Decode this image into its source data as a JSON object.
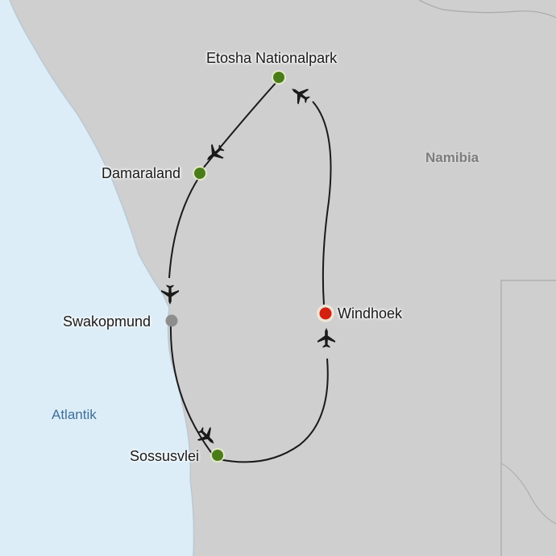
{
  "map": {
    "country_label": "Namibia",
    "ocean_label": "Atlantik",
    "colors": {
      "land": "#cfcfcf",
      "ocean": "#dcedf8",
      "border": "#a9a9a9",
      "route": "#1a1a1a",
      "stop_green": "#4a7d19",
      "stop_red": "#d4200f",
      "stop_gray": "#8d8d8d"
    },
    "stops": [
      {
        "name": "Etosha Nationalpark",
        "marker": "green"
      },
      {
        "name": "Damaraland",
        "marker": "green"
      },
      {
        "name": "Swakopmund",
        "marker": "gray"
      },
      {
        "name": "Windhoek",
        "marker": "red"
      },
      {
        "name": "Sossusvlei",
        "marker": "green"
      }
    ],
    "route_icon": "airplane-icon"
  }
}
